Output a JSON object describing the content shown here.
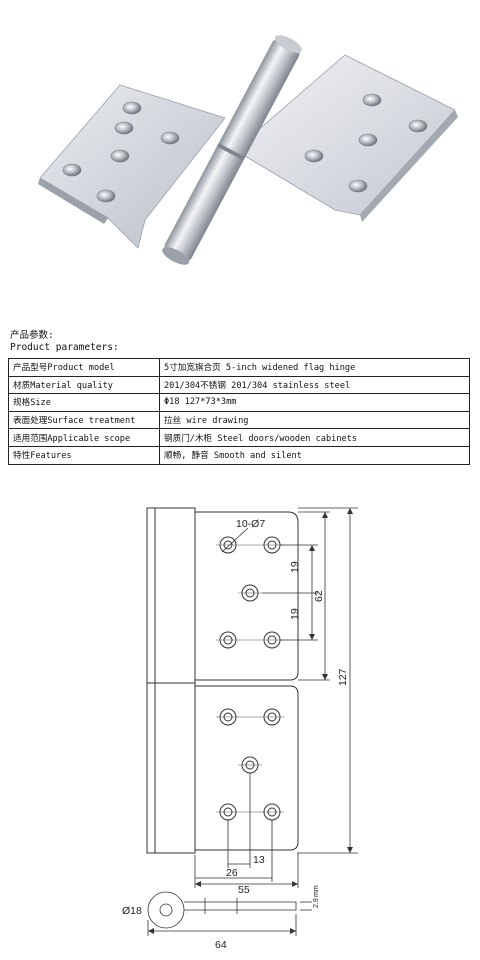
{
  "params": {
    "title_cn": "产品参数:",
    "title_en": "Product parameters:",
    "rows": [
      {
        "key": "产品型号Product model",
        "value": "5寸加宽旗合页 5-inch widened flag hinge"
      },
      {
        "key": "材质Material quality",
        "value": "201/304不锈钢 201/304 stainless steel"
      },
      {
        "key": "规格Size",
        "value": "Φ18  127*73*3mm"
      },
      {
        "key": "表面处理Surface treatment",
        "value": "拉丝 wire drawing"
      },
      {
        "key": "适用范围Applicable scope",
        "value": "钢质门/木柜 Steel doors/wooden cabinets"
      },
      {
        "key": "特性Features",
        "value": "顺畅, 静音 Smooth and silent"
      }
    ]
  },
  "drawing": {
    "hole_label": "10-Ø7",
    "dim_19a": "19",
    "dim_62": "62",
    "dim_19b": "19",
    "dim_127": "127",
    "dim_13": "13",
    "dim_26": "26",
    "dim_55": "55",
    "dim_d18": "Ø18",
    "dim_64": "64",
    "dim_29": "2.9",
    "dim_29_unit": "mm"
  }
}
